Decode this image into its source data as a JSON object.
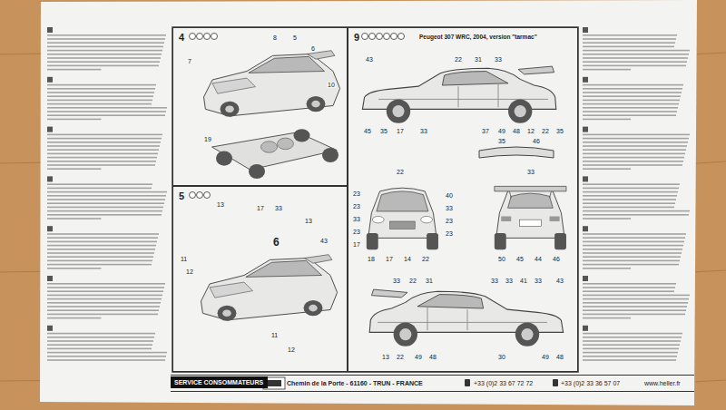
{
  "diagram": {
    "nodes": [
      {
        "text": [
          "4"
        ]
      },
      {
        "text": [
          "5"
        ]
      },
      {
        "text": [
          "9",
          "Peugeot 307 WRC, 2004, version \"tarmac\""
        ]
      },
      {
        "text": [
          "Chemin de la Porte - 61160 - TRUN - FRANCE",
          "+33 (0)2 33 67 72 72",
          "+33 (0)2 33 36 57 07",
          "www.heller.fr"
        ]
      },
      {
        "text": [
          "SERVICE CONSOMMATEURS"
        ],
        "in": 3
      }
    ],
    "labels": [
      "8",
      "5",
      "6",
      "7",
      "19",
      "10",
      "13",
      "17",
      "33",
      "13",
      "6",
      "43",
      "11",
      "12",
      "11",
      "12",
      "43",
      "22",
      "31",
      "33",
      "45",
      "35",
      "17",
      "33",
      "37",
      "49",
      "48",
      "12",
      "22",
      "35",
      "35",
      "46",
      "22",
      "23",
      "23",
      "33",
      "23",
      "17",
      "40",
      "33",
      "23",
      "23",
      "18",
      "17",
      "14",
      "22",
      "33",
      "50",
      "45",
      "44",
      "46",
      "33",
      "22",
      "31",
      "33",
      "33",
      "41",
      "33",
      "43",
      "13",
      "22",
      "49",
      "48",
      "30",
      "49",
      "48"
    ]
  }
}
